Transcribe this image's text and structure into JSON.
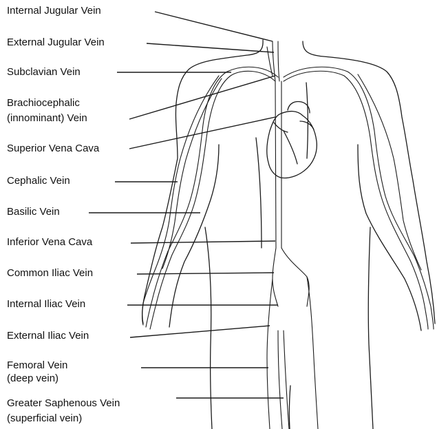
{
  "labels": [
    {
      "id": "internal-jugular-vein",
      "lines": [
        "Internal Jugular Vein"
      ]
    },
    {
      "id": "external-jugular-vein",
      "lines": [
        "External Jugular Vein"
      ]
    },
    {
      "id": "subclavian-vein",
      "lines": [
        "Subclavian Vein"
      ]
    },
    {
      "id": "brachiocephalic-vein",
      "lines": [
        "Brachiocephalic",
        "(innominant) Vein"
      ]
    },
    {
      "id": "superior-vena-cava",
      "lines": [
        "Superior Vena Cava"
      ]
    },
    {
      "id": "cephalic-vein",
      "lines": [
        "Cephalic Vein"
      ]
    },
    {
      "id": "basilic-vein",
      "lines": [
        "Basilic Vein"
      ]
    },
    {
      "id": "inferior-vena-cava",
      "lines": [
        "Inferior Vena Cava"
      ]
    },
    {
      "id": "common-iliac-vein",
      "lines": [
        "Common Iliac Vein"
      ]
    },
    {
      "id": "internal-iliac-vein",
      "lines": [
        "Internal Iliac Vein"
      ]
    },
    {
      "id": "external-iliac-vein",
      "lines": [
        "External Iliac Vein"
      ]
    },
    {
      "id": "femoral-vein",
      "lines": [
        "Femoral Vein",
        "(deep vein)"
      ]
    },
    {
      "id": "greater-saphenous-vein",
      "lines": [
        "Greater Saphenous Vein",
        "(superficial vein)"
      ]
    }
  ]
}
